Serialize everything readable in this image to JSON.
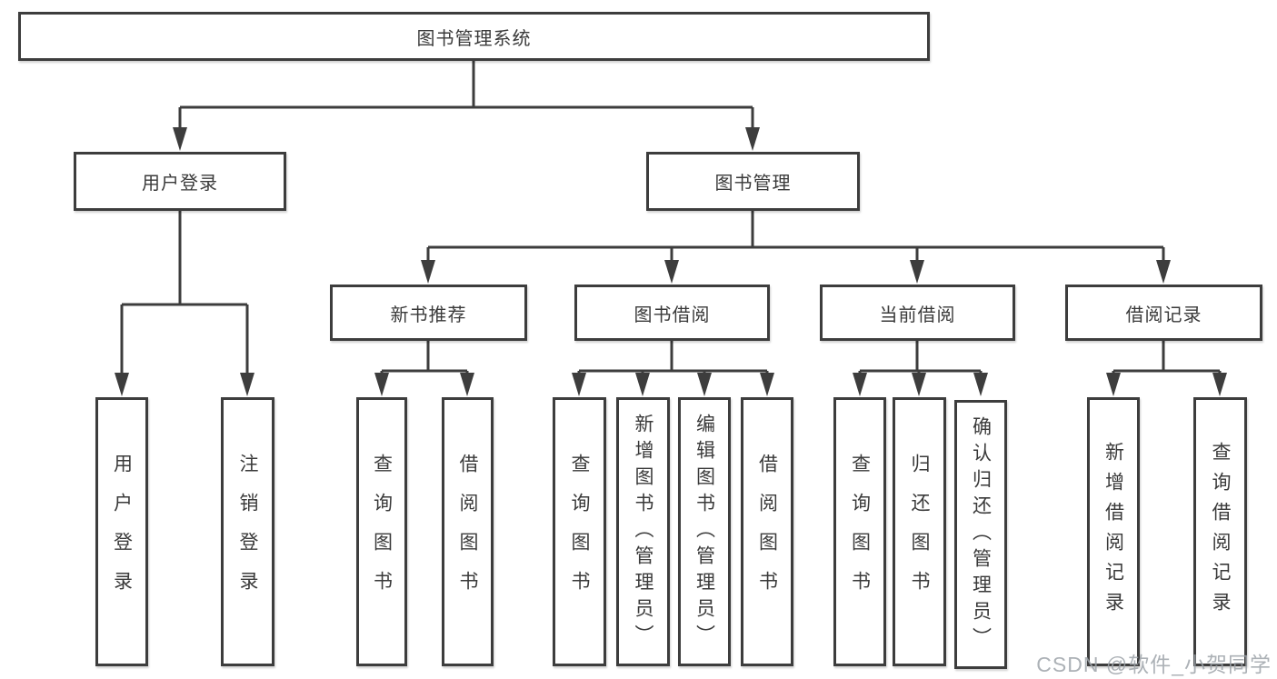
{
  "tree": {
    "root": {
      "label": "图书管理系统"
    },
    "branches": [
      {
        "label": "用户登录",
        "children": [
          {
            "label": "用户登录"
          },
          {
            "label": "注销登录"
          }
        ]
      },
      {
        "label": "图书管理",
        "children": [
          {
            "label": "新书推荐",
            "children": [
              {
                "label": "查询图书"
              },
              {
                "label": "借阅图书"
              }
            ]
          },
          {
            "label": "图书借阅",
            "children": [
              {
                "label": "查询图书"
              },
              {
                "label": "新增图书（管理员）"
              },
              {
                "label": "编辑图书（管理员）"
              },
              {
                "label": "借阅图书"
              }
            ]
          },
          {
            "label": "当前借阅",
            "children": [
              {
                "label": "查询图书"
              },
              {
                "label": "归还图书"
              },
              {
                "label": "确认归还（管理员）"
              }
            ]
          },
          {
            "label": "借阅记录",
            "children": [
              {
                "label": "新增借阅记录"
              },
              {
                "label": "查询借阅记录"
              }
            ]
          }
        ]
      }
    ]
  },
  "watermark": {
    "text": "CSDN @软件_小贺同学"
  },
  "colors": {
    "line": "#3d3d3d",
    "text": "#3a3a3a",
    "box_background": "#ffffff",
    "page_background": "#ffffff",
    "watermark": "#9ea3a9"
  }
}
